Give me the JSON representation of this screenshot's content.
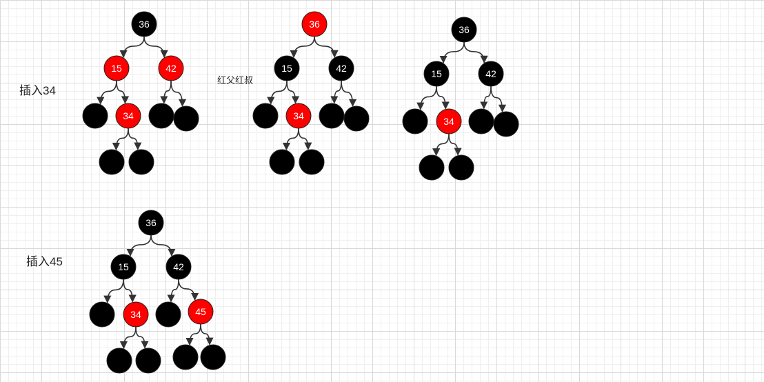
{
  "colors": {
    "black": "#000000",
    "red": "#ff0000",
    "edge": "#333333",
    "text": "#ffffff"
  },
  "labels": {
    "insert34": "插入34",
    "red_parent_red_uncle": "红父红叔",
    "insert45": "插入45"
  },
  "trees": [
    {
      "name": "tree-insert-34-initial",
      "nodes": [
        {
          "id": "a",
          "value": "36",
          "color": "black"
        },
        {
          "id": "b",
          "value": "15",
          "color": "red"
        },
        {
          "id": "c",
          "value": "42",
          "color": "red"
        },
        {
          "id": "d",
          "value": "",
          "color": "black"
        },
        {
          "id": "e",
          "value": "34",
          "color": "red"
        },
        {
          "id": "f",
          "value": "",
          "color": "black"
        },
        {
          "id": "g",
          "value": "",
          "color": "black"
        },
        {
          "id": "h",
          "value": "",
          "color": "black"
        },
        {
          "id": "i",
          "value": "",
          "color": "black"
        }
      ],
      "edges": [
        [
          "a",
          "b"
        ],
        [
          "a",
          "c"
        ],
        [
          "b",
          "d"
        ],
        [
          "b",
          "e"
        ],
        [
          "c",
          "f"
        ],
        [
          "c",
          "g"
        ],
        [
          "e",
          "h"
        ],
        [
          "e",
          "i"
        ]
      ]
    },
    {
      "name": "tree-insert-34-recolored",
      "nodes": [
        {
          "id": "a",
          "value": "36",
          "color": "red"
        },
        {
          "id": "b",
          "value": "15",
          "color": "black"
        },
        {
          "id": "c",
          "value": "42",
          "color": "black"
        },
        {
          "id": "d",
          "value": "",
          "color": "black"
        },
        {
          "id": "e",
          "value": "34",
          "color": "red"
        },
        {
          "id": "f",
          "value": "",
          "color": "black"
        },
        {
          "id": "g",
          "value": "",
          "color": "black"
        },
        {
          "id": "h",
          "value": "",
          "color": "black"
        },
        {
          "id": "i",
          "value": "",
          "color": "black"
        }
      ],
      "edges": [
        [
          "a",
          "b"
        ],
        [
          "a",
          "c"
        ],
        [
          "b",
          "d"
        ],
        [
          "b",
          "e"
        ],
        [
          "c",
          "f"
        ],
        [
          "c",
          "g"
        ],
        [
          "e",
          "h"
        ],
        [
          "e",
          "i"
        ]
      ]
    },
    {
      "name": "tree-insert-34-final",
      "nodes": [
        {
          "id": "a",
          "value": "36",
          "color": "black"
        },
        {
          "id": "b",
          "value": "15",
          "color": "black"
        },
        {
          "id": "c",
          "value": "42",
          "color": "black"
        },
        {
          "id": "d",
          "value": "",
          "color": "black"
        },
        {
          "id": "e",
          "value": "34",
          "color": "red"
        },
        {
          "id": "f",
          "value": "",
          "color": "black"
        },
        {
          "id": "g",
          "value": "",
          "color": "black"
        },
        {
          "id": "h",
          "value": "",
          "color": "black"
        },
        {
          "id": "i",
          "value": "",
          "color": "black"
        }
      ],
      "edges": [
        [
          "a",
          "b"
        ],
        [
          "a",
          "c"
        ],
        [
          "b",
          "d"
        ],
        [
          "b",
          "e"
        ],
        [
          "c",
          "f"
        ],
        [
          "c",
          "g"
        ],
        [
          "e",
          "h"
        ],
        [
          "e",
          "i"
        ]
      ]
    },
    {
      "name": "tree-insert-45",
      "nodes": [
        {
          "id": "a",
          "value": "36",
          "color": "black"
        },
        {
          "id": "b",
          "value": "15",
          "color": "black"
        },
        {
          "id": "c",
          "value": "42",
          "color": "black"
        },
        {
          "id": "d",
          "value": "",
          "color": "black"
        },
        {
          "id": "e",
          "value": "34",
          "color": "red"
        },
        {
          "id": "f",
          "value": "",
          "color": "black"
        },
        {
          "id": "g",
          "value": "45",
          "color": "red"
        },
        {
          "id": "h",
          "value": "",
          "color": "black"
        },
        {
          "id": "i",
          "value": "",
          "color": "black"
        },
        {
          "id": "j",
          "value": "",
          "color": "black"
        },
        {
          "id": "k",
          "value": "",
          "color": "black"
        }
      ],
      "edges": [
        [
          "a",
          "b"
        ],
        [
          "a",
          "c"
        ],
        [
          "b",
          "d"
        ],
        [
          "b",
          "e"
        ],
        [
          "c",
          "f"
        ],
        [
          "c",
          "g"
        ],
        [
          "e",
          "h"
        ],
        [
          "e",
          "i"
        ],
        [
          "g",
          "j"
        ],
        [
          "g",
          "k"
        ]
      ]
    }
  ]
}
